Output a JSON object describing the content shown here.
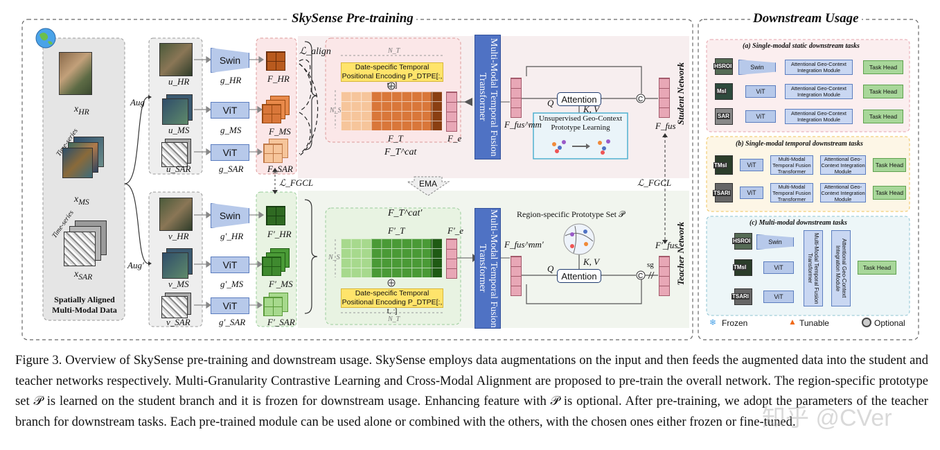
{
  "pretraining": {
    "title": "SkySense Pre-training",
    "student_label": "Student Network",
    "teacher_label": "Teacher Network",
    "ema_label": "EMA",
    "aug": "Aug",
    "aug_prime": "Aug′",
    "data_caption": "Spatially Aligned Multi-Modal Data",
    "time_series_1": "Time-series",
    "time_series_2": "Time-series",
    "x_hr": "x",
    "x_hr_sub": "HR",
    "x_ms": "x",
    "x_ms_sub": "MS",
    "x_sar": "x",
    "x_sar_sub": "SAR",
    "student": {
      "u_hr": "u_HR",
      "u_ms": "u_MS",
      "u_sar": "u_SAR",
      "enc_hr": "Swin",
      "enc_ms": "ViT",
      "enc_sar": "ViT",
      "g_hr": "g_HR",
      "g_ms": "g_MS",
      "g_sar": "g_SAR",
      "f_hr": "F_HR",
      "f_ms": "F_MS",
      "f_sar": "F_SAR",
      "l_align": "ℒ_align",
      "dtpe": "Date-specific Temporal Positional Encoding P_DTPE[:, t, :]",
      "nt": "N_T",
      "ns": "N_S",
      "ft": "F_T",
      "fe": "F_e",
      "ftcat": "F_T^cat",
      "fusion": "Multi-Modal Temporal Fusion Transformer",
      "ffus_mm": "F_fus^mm",
      "q": "Q",
      "kv": "K, V",
      "attention": "Attention",
      "proto_learning": "Unsupervised Geo-Context Prototype Learning",
      "ffus": "F_fus"
    },
    "teacher": {
      "v_hr": "v_HR",
      "v_ms": "v_MS",
      "v_sar": "v_SAR",
      "enc_hr": "Swin",
      "enc_ms": "ViT",
      "enc_sar": "ViT",
      "g_hr": "g′_HR",
      "g_ms": "g′_MS",
      "g_sar": "g′_SAR",
      "f_hr": "F′_HR",
      "f_ms": "F′_MS",
      "f_sar": "F′_SAR",
      "l_fgcl_left": "ℒ_FGCL",
      "l_fgcl_right": "ℒ_FGCL",
      "ftcat": "F_T^cat′",
      "ft": "F′_T",
      "fe": "F′_e",
      "ns": "N_S",
      "nt": "N_T",
      "dtpe": "Date-specific Temporal Positional Encoding P_DTPE[:, t, :]",
      "fusion": "Multi-Modal Temporal Fusion Transformer",
      "ffus_mm": "F_fus^mm′",
      "proto_set": "Region-specific Prototype Set 𝒫",
      "q": "Q",
      "kv": "K, V",
      "attention": "Attention",
      "sg": "sg",
      "ffus": "F′_fus"
    }
  },
  "downstream": {
    "title": "Downstream Usage",
    "a_title": "(a) Single-modal static downstream tasks",
    "b_title": "(b) Single-modal temporal downstream tasks",
    "c_title": "(c) Multi-modal downstream tasks",
    "a_rows": [
      {
        "tag": "HSROI",
        "enc": "Swin",
        "module": "Attentional Geo-Context Integration Module",
        "head": "Task Head"
      },
      {
        "tag": "MsI",
        "enc": "ViT",
        "module": "Attentional Geo-Context Integration Module",
        "head": "Task Head"
      },
      {
        "tag": "SAR",
        "enc": "ViT",
        "module": "Attentional Geo-Context Integration Module",
        "head": "Task Head"
      }
    ],
    "b_rows": [
      {
        "tag": "TMsI",
        "enc": "ViT",
        "fusion": "Multi-Modal Temporal Fusion Transformer",
        "module": "Attentional Geo-Context Integration Module",
        "head": "Task Head"
      },
      {
        "tag": "TSARI",
        "enc": "ViT",
        "fusion": "Multi-Modal Temporal Fusion Transformer",
        "module": "Attentional Geo-Context Integration Module",
        "head": "Task Head"
      }
    ],
    "c": {
      "tags": [
        "HSROI",
        "TMsI",
        "TSARI"
      ],
      "encs": [
        "Swin",
        "ViT",
        "ViT"
      ],
      "fusion": "Multi-Modal Temporal Fusion Transformer",
      "module": "Attentional Geo-Context Integration Module",
      "head": "Task Head"
    },
    "legend": {
      "frozen": "Frozen",
      "tunable": "Tunable",
      "optional": "Optional"
    }
  },
  "caption": {
    "text": "Figure 3. Overview of SkySense pre-training and downstream usage. SkySense employs data augmentations on the input and then feeds the augmented data into the student and teacher networks respectively. Multi-Granularity Contrastive Learning and Cross-Modal Alignment are proposed to pre-train the overall network. The region-specific prototype set 𝒫 is learned on the student branch and it is frozen for downstream usage. Enhancing feature with 𝒫 is optional. After pre-training, we adopt the parameters of the teacher branch for downstream tasks. Each pre-trained module can be used alone or combined with the others, with the chosen ones either frozen or fine-tuned.",
    "watermark": "知乎 @CVer"
  },
  "colors": {
    "orange": "#d9773a",
    "orange_light": "#f6c59b",
    "green": "#3f8a2f",
    "green_light": "#a7d98d",
    "pink_cell": "#e8a7b6",
    "fusion_blue": "#4f72c4",
    "enc_blue": "#b7c9ea",
    "yellow": "#ffe46b"
  }
}
